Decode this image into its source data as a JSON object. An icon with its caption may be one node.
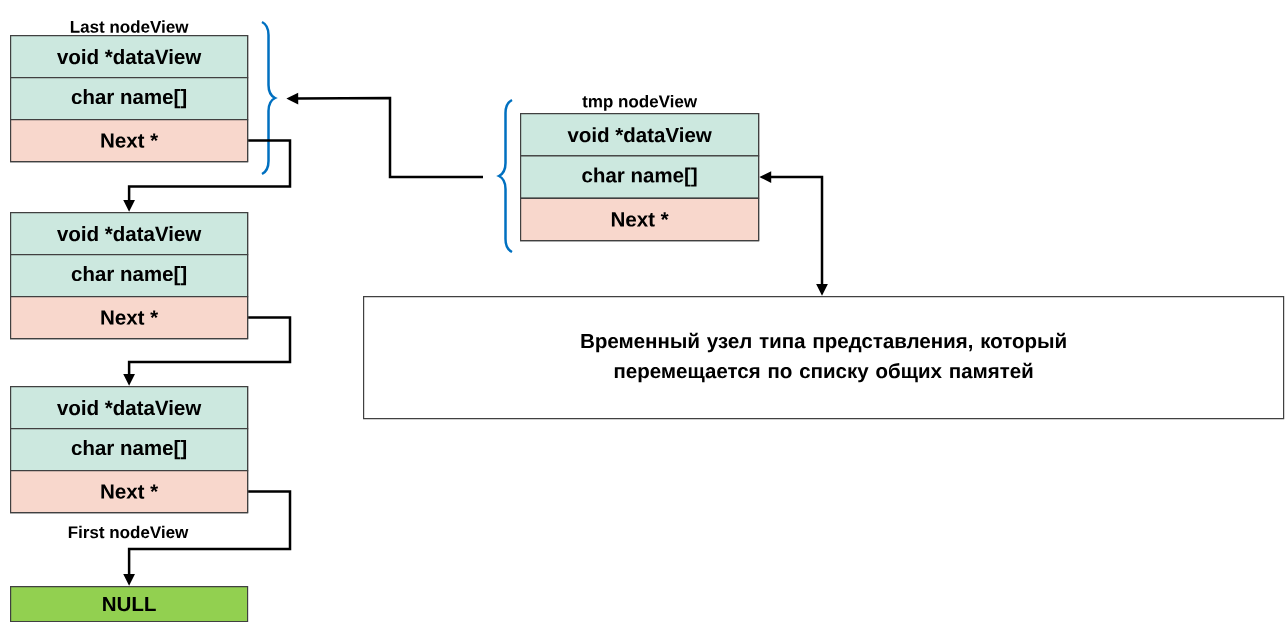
{
  "diagram": {
    "nodes": [
      {
        "text": [
          "Last nodeView"
        ]
      },
      {
        "text": [
          "void *dataView"
        ],
        "in": 0
      },
      {
        "text": [
          "char name[]"
        ],
        "in": 0
      },
      {
        "text": [
          "Next *"
        ],
        "in": 0
      },
      {
        "text": [],
        "shape": "box"
      },
      {
        "text": [
          "void *dataView"
        ],
        "in": 4
      },
      {
        "text": [
          "char name[]"
        ],
        "in": 4
      },
      {
        "text": [
          "Next *"
        ],
        "in": 4
      },
      {
        "text": [],
        "shape": "box"
      },
      {
        "text": [
          "void *dataView"
        ],
        "in": 8
      },
      {
        "text": [
          "char name[]"
        ],
        "in": 8
      },
      {
        "text": [
          "Next *"
        ],
        "in": 8
      },
      {
        "text": [
          "NULL"
        ]
      },
      {
        "text": [
          "tmp nodeView"
        ]
      },
      {
        "text": [
          "void *dataView"
        ],
        "in": 13
      },
      {
        "text": [
          "char name[]"
        ],
        "in": 13
      },
      {
        "text": [
          "Next *"
        ],
        "in": 13
      },
      {
        "text": [
          "Временный узел типа представления, который перемещается по списку общих памятей"
        ]
      }
    ],
    "edges": [
      {
        "from": 3,
        "to": 4,
        "arrow": "to"
      },
      {
        "from": 7,
        "to": 8,
        "arrow": "to"
      },
      {
        "from": 11,
        "to": 12,
        "arrow": "to"
      },
      {
        "from": 13,
        "to": 0,
        "arrow": "to"
      },
      {
        "from": 15,
        "to": 17,
        "arrow": "both"
      }
    ],
    "labels": [
      "First nodeView"
    ]
  }
}
